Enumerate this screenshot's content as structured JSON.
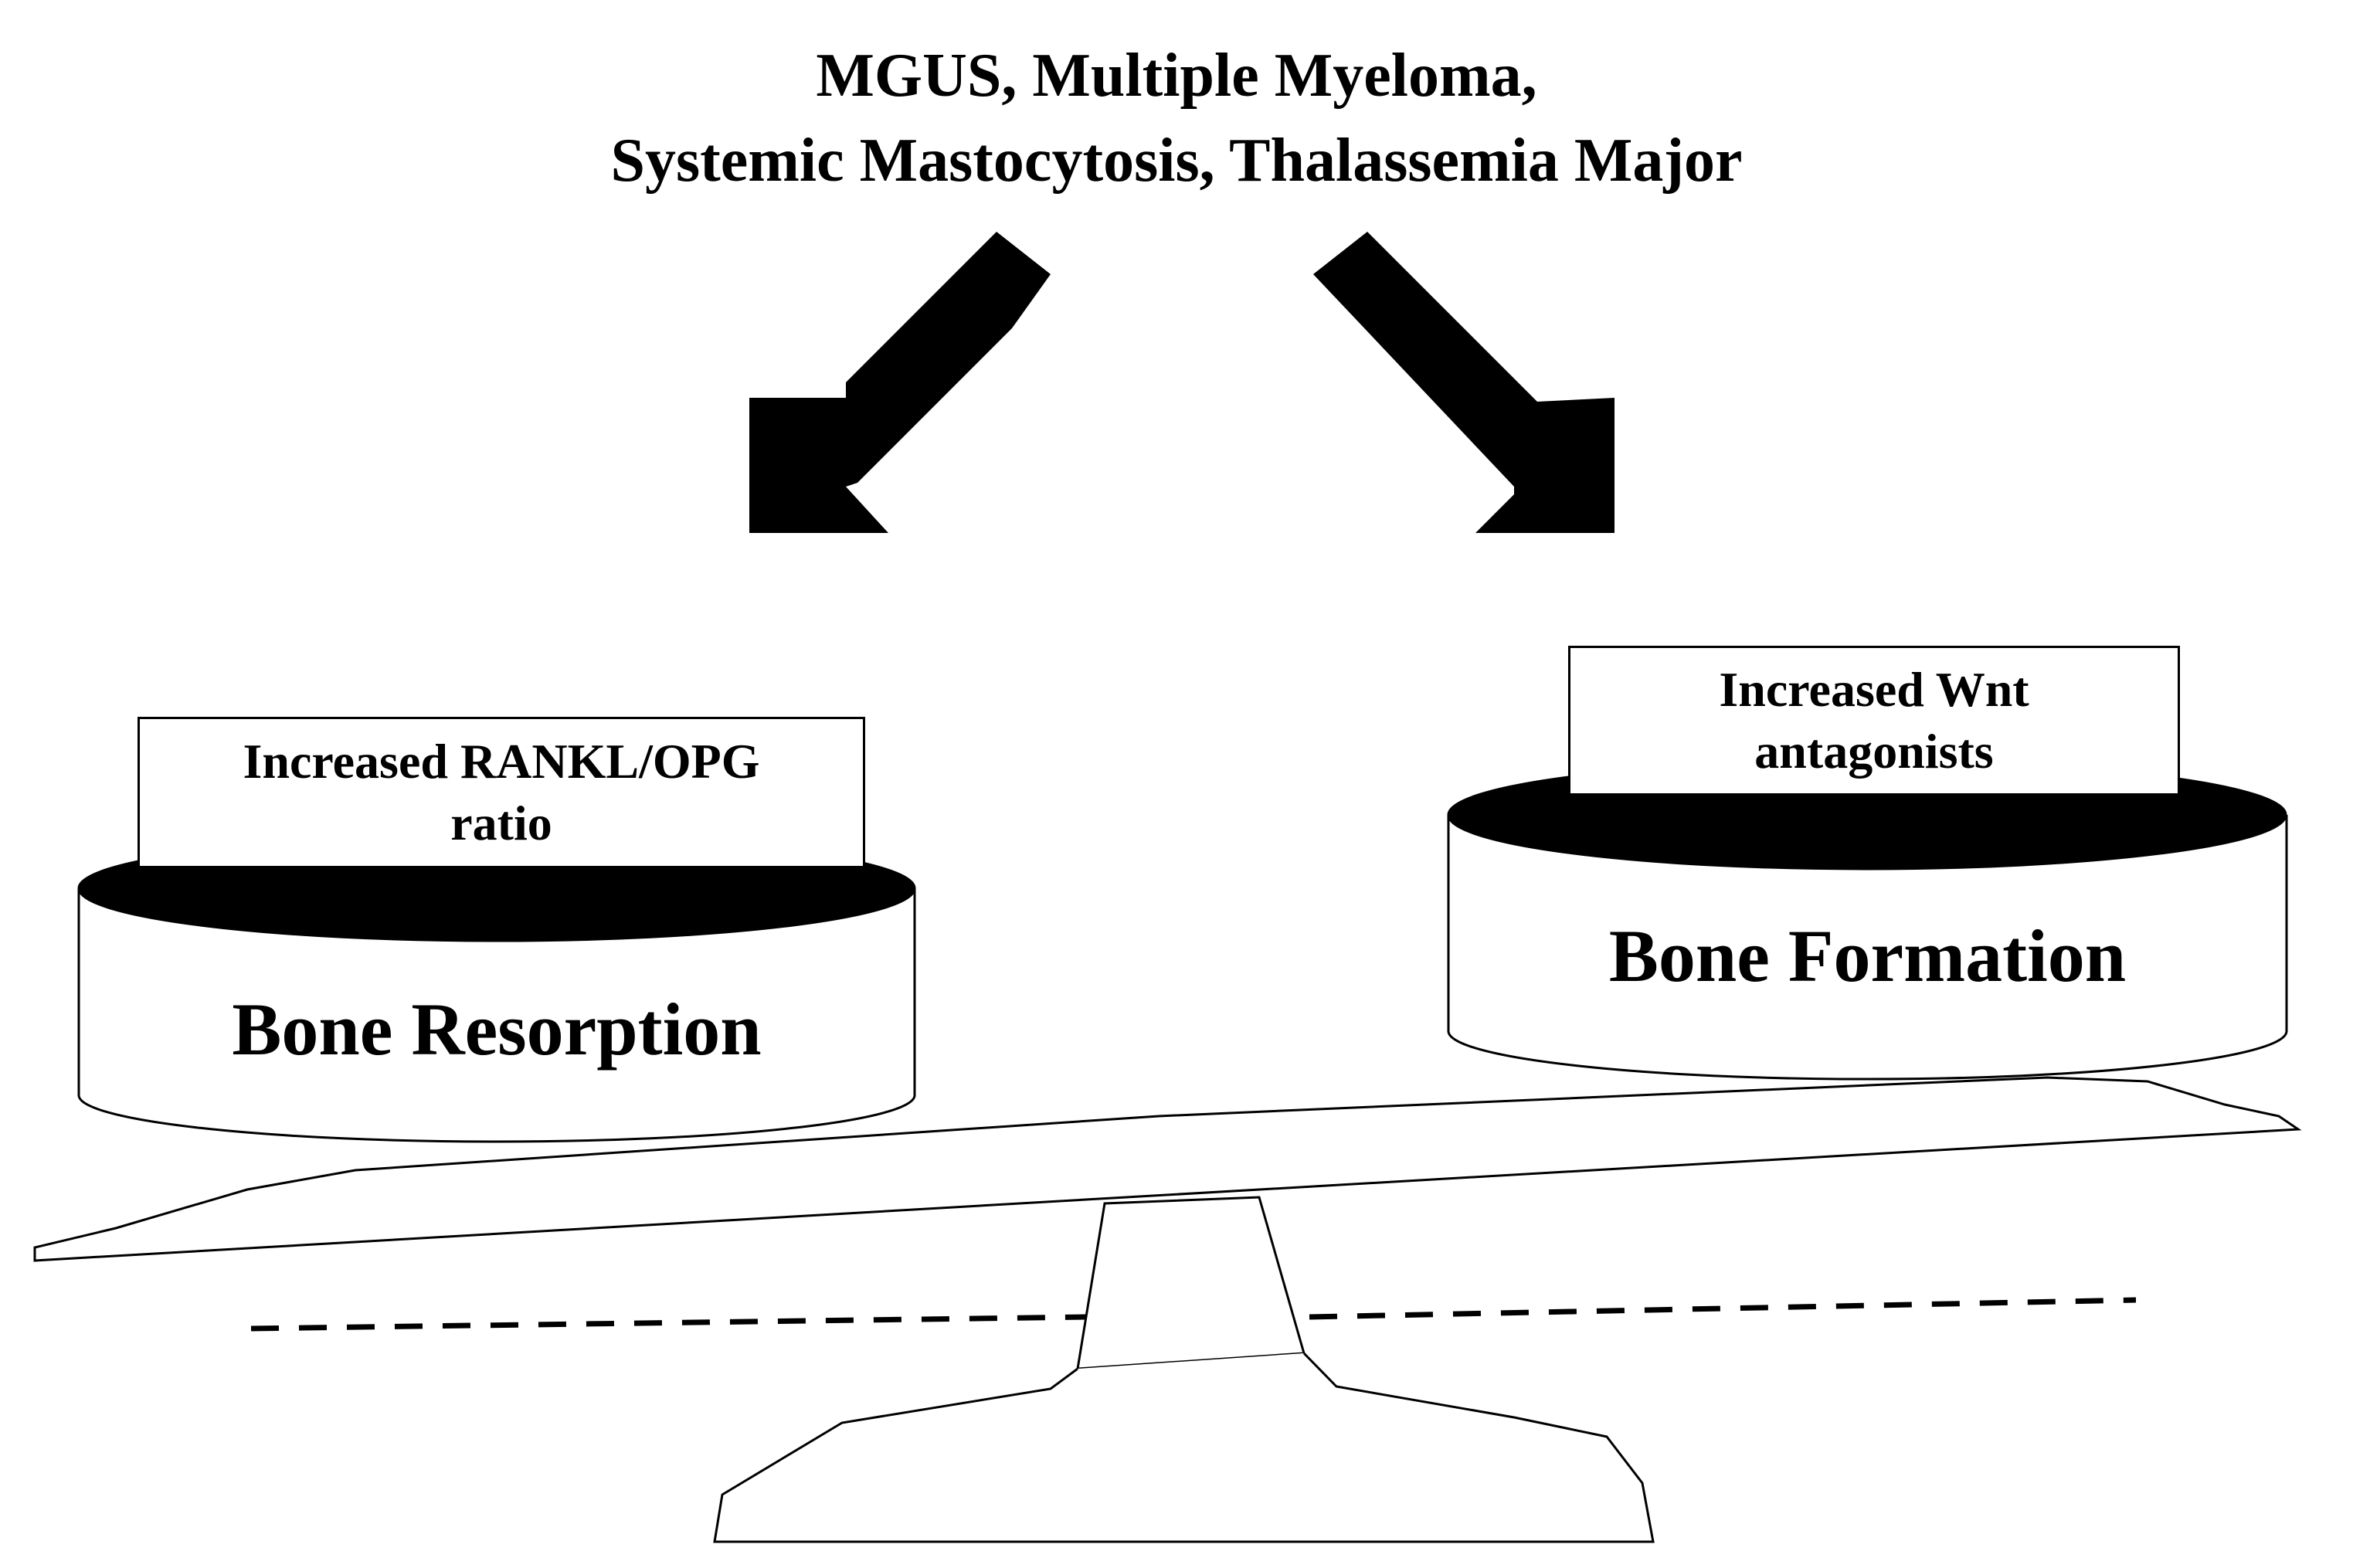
{
  "title": {
    "line1": "MGUS, Multiple Myeloma,",
    "line2": "Systemic Mastocytosis, Thalassemia Major"
  },
  "left_pan": {
    "cylinder_label": "Bone Resorption",
    "box_line1": "Increased RANKL/OPG",
    "box_line2": "ratio"
  },
  "right_pan": {
    "cylinder_label": "Bone Formation",
    "box_line1": "Increased Wnt",
    "box_line2": "antagonists"
  },
  "colors": {
    "ink": "#000000",
    "paper": "#ffffff"
  }
}
